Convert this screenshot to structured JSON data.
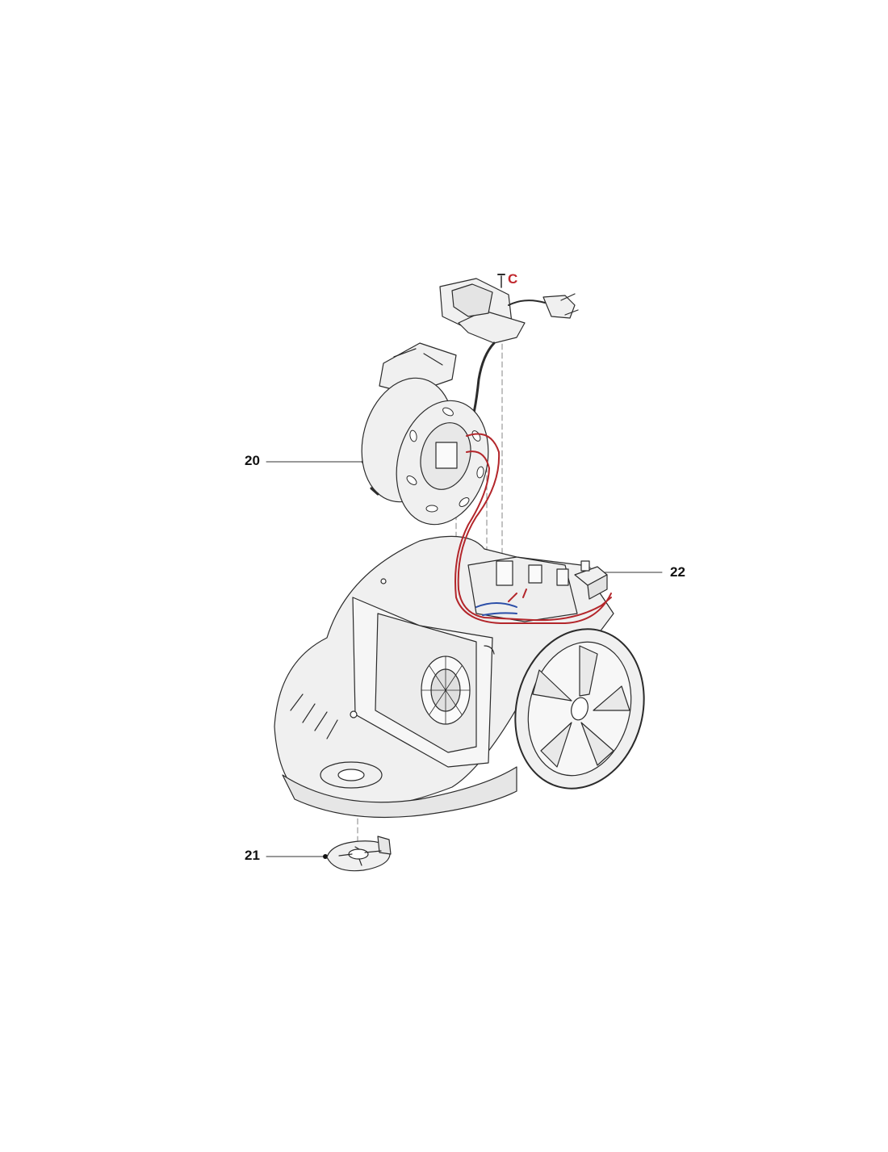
{
  "diagram": {
    "callouts": [
      {
        "id": "part-20",
        "label": "20"
      },
      {
        "id": "part-21",
        "label": "21"
      },
      {
        "id": "part-22",
        "label": "22"
      }
    ],
    "screw_marker": {
      "label": "C",
      "color": "#c0272d"
    },
    "colors": {
      "outline": "#2b2b2b",
      "fill": "#f0f0f0",
      "wire_red": "#b3262b",
      "wire_blue": "#2b4ea8"
    }
  }
}
